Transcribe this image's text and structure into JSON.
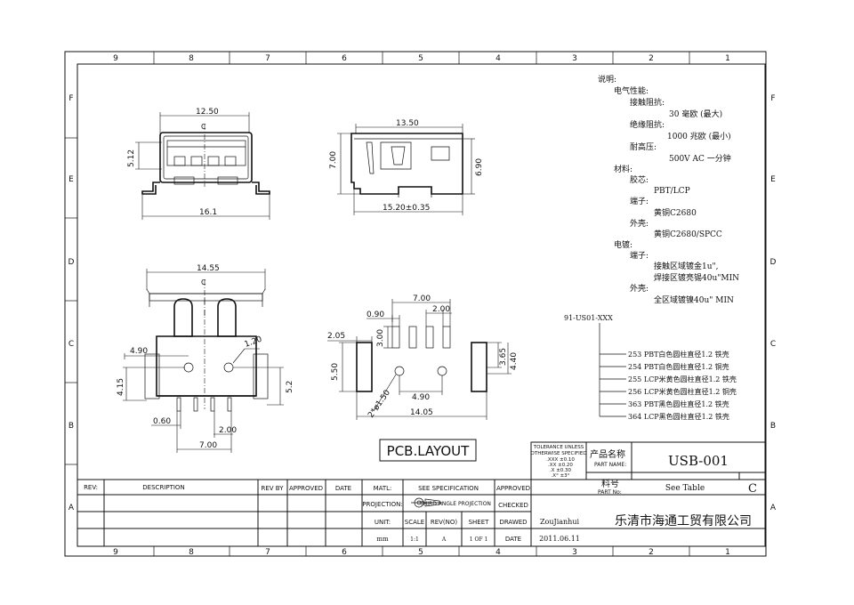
{
  "grid": {
    "columns": [
      "9",
      "8",
      "7",
      "6",
      "5",
      "4",
      "3",
      "2",
      "1"
    ],
    "rows": [
      "F",
      "E",
      "D",
      "C",
      "B",
      "A"
    ]
  },
  "dims": {
    "front_width": "12.50",
    "front_height": "5.12",
    "front_base": "16.1",
    "side_length": "13.50",
    "side_height_l": "7.00",
    "side_height_r": "6.90",
    "side_base": "15.20±0.35",
    "bot_width": "14.55",
    "bot_hole_dia": "1.20",
    "bot_left_off": "4.90",
    "bot_left_h": "4.15",
    "bot_right_h": "5.2",
    "bot_pin_w": "0.60",
    "bot_pitch": "2.00",
    "bot_span": "7.00",
    "pcb_top": "7.00",
    "pcb_pitch": "2.00",
    "pcb_slot": "0.90",
    "pcb_pin_len": "3.00",
    "pcb_pad_w": "2.05",
    "pcb_right_h1": "3.65",
    "pcb_right_h2": "4.40",
    "pcb_left_h": "5.50",
    "pcb_holes": "2*ø1.50",
    "pcb_hole_span": "4.90",
    "pcb_total": "14.05",
    "centerline": "C"
  },
  "pcb_title": "PCB.LAYOUT",
  "notes": {
    "lines": [
      "说明:",
      "电气性能:",
      "接触阻抗:",
      "30 毫欧 (最大)",
      "绝缘阻抗:",
      "1000 兆欧 (最小)",
      "耐高压:",
      "500V AC 一分钟",
      "材料:",
      "胶芯:",
      "PBT/LCP",
      "端子:",
      "黄铜C2680",
      "外壳:",
      "黄铜C2680/SPCC",
      "电镀:",
      "端子:",
      "接触区域镀金1u\",",
      "焊接区镀亮锡40u\"MIN",
      "外壳:",
      "全区域镀镍40u\" MIN"
    ]
  },
  "part_prefix": "91-US01-XXX",
  "variants": [
    "253 PBT白色圆柱直径1.2 铁壳",
    "254 PBT白色圆柱直径1.2 铜壳",
    "255 LCP米黄色圆柱直径1.2 铁壳",
    "256 LCP米黄色圆柱直径1.2 铜壳",
    "363 PBT黑色圆柱直径1.2 铁壳",
    "364 LCP黑色圆柱直径1.2 铁壳"
  ],
  "title_block": {
    "tolerance": [
      "TOLERANCE UNLESS",
      "OTHERWISE SPECIFIED",
      ".XXX  ±0.10",
      ".XX  ±0.20",
      ".X  ±0.30",
      ".X°  ±3°"
    ],
    "part_name_cn": "产品名称",
    "part_name_en": "PART NAME:",
    "part_name": "USB-001",
    "part_no_cn": "料号",
    "part_no_en": "PART No:",
    "part_no": "See Table",
    "rev_letter": "C",
    "rev_label": "REV:",
    "description_label": "DESCRIPTION",
    "rev_by_label": "REV BY",
    "approved_label": "APPROVED",
    "date_label": "DATE",
    "matl_label": "MATL:",
    "matl_value": "SEE SPECIFICATION",
    "approved2_label": "APPROVED",
    "projection_label": "PROJECTION:",
    "projection_value": "THIRD ANGLE PROJECTION",
    "checked_label": "CHECKED",
    "unit_label": "UNIT:",
    "scale_label": "SCALE",
    "revno_label": "REV(NO)",
    "sheet_label": "SHEET",
    "drawed_label": "DRAWED",
    "drawer": "ZouJianhui",
    "company": "乐清市海通工贸有限公司",
    "unit": "mm",
    "scale": "1:1",
    "revno": "A",
    "sheet": "1 OF 1",
    "date_label2": "DATE",
    "date": "2011.06.11"
  }
}
